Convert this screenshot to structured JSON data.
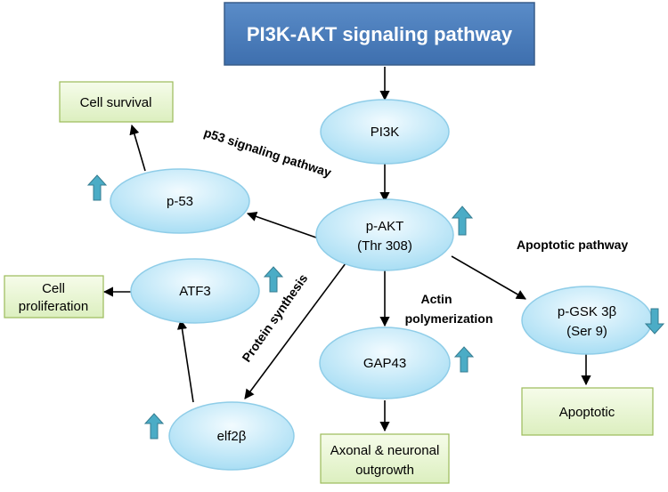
{
  "title": "PI3K-AKT signaling pathway",
  "colors": {
    "title_fill": "#4f81bd",
    "title_stroke": "#385d8a",
    "node_fill_light": "#e8f7fd",
    "node_fill_dark": "#b4e4f7",
    "node_stroke": "#8fcde8",
    "outcome_fill": "#eaf7d4",
    "outcome_stroke": "#9bbb59",
    "arrow_up_down": "#4bacc6"
  },
  "nodes": {
    "pi3k": "PI3K",
    "pakt": [
      "p-AKT",
      "(Thr 308)"
    ],
    "p53": "p-53",
    "atf3": "ATF3",
    "elf2b": "elf2β",
    "gap43": "GAP43",
    "pgsk": [
      "p-GSK 3β",
      "(Ser 9)"
    ]
  },
  "outcomes": {
    "cell_survival": "Cell survival",
    "cell_proliferation": [
      "Cell",
      "proliferation"
    ],
    "axonal": [
      "Axonal & neuronal",
      "outgrowth"
    ],
    "apoptotic": "Apoptotic"
  },
  "pathway_labels": {
    "p53": "p53 signaling pathway",
    "protein_synthesis": "Protein synthesis",
    "actin": [
      "Actin",
      "polymerization"
    ],
    "apoptotic": "Apoptotic pathway"
  },
  "regulation": {
    "p53": "up",
    "atf3": "up",
    "elf2b": "up",
    "pakt": "up",
    "gap43": "up",
    "pgsk": "down"
  }
}
